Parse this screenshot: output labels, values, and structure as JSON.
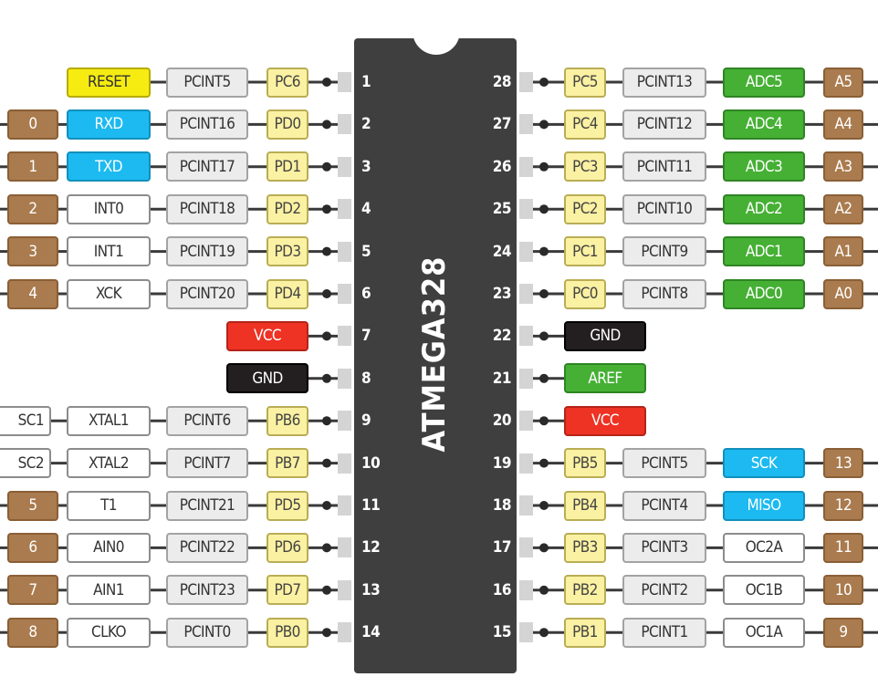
{
  "chip": {
    "name": "ATMEGA328"
  },
  "colors": {
    "arduino": "#a97b4e",
    "port": "#fbf1a2",
    "pcint": "#ececec",
    "alt": "#ffffff",
    "reset": "#f7ec11",
    "serial": "#1cbaf0",
    "analog": "#45b034",
    "power": "#ee3224",
    "ground": "#231f20",
    "body": "#3f3f40"
  },
  "pins": [
    {
      "num": "1",
      "side": "left",
      "labels": [
        {
          "text": "RESET",
          "kind": "yellow"
        },
        {
          "text": "PCINT5",
          "kind": "gray"
        },
        {
          "text": "PC6",
          "kind": "port"
        }
      ]
    },
    {
      "num": "2",
      "side": "left",
      "labels": [
        {
          "text": "0",
          "kind": "brown"
        },
        {
          "text": "RXD",
          "kind": "blue"
        },
        {
          "text": "PCINT16",
          "kind": "gray"
        },
        {
          "text": "PD0",
          "kind": "port"
        }
      ]
    },
    {
      "num": "3",
      "side": "left",
      "labels": [
        {
          "text": "1",
          "kind": "brown"
        },
        {
          "text": "TXD",
          "kind": "blue"
        },
        {
          "text": "PCINT17",
          "kind": "gray"
        },
        {
          "text": "PD1",
          "kind": "port"
        }
      ]
    },
    {
      "num": "4",
      "side": "left",
      "labels": [
        {
          "text": "2",
          "kind": "brown"
        },
        {
          "text": "INT0",
          "kind": "white"
        },
        {
          "text": "PCINT18",
          "kind": "gray"
        },
        {
          "text": "PD2",
          "kind": "port"
        }
      ]
    },
    {
      "num": "5",
      "side": "left",
      "labels": [
        {
          "text": "3",
          "kind": "brown"
        },
        {
          "text": "INT1",
          "kind": "white"
        },
        {
          "text": "PCINT19",
          "kind": "gray"
        },
        {
          "text": "PD3",
          "kind": "port"
        }
      ]
    },
    {
      "num": "6",
      "side": "left",
      "labels": [
        {
          "text": "4",
          "kind": "brown"
        },
        {
          "text": "XCK",
          "kind": "white"
        },
        {
          "text": "PCINT20",
          "kind": "gray"
        },
        {
          "text": "PD4",
          "kind": "port"
        }
      ]
    },
    {
      "num": "7",
      "side": "left",
      "labels": [
        {
          "text": "VCC",
          "kind": "red"
        }
      ]
    },
    {
      "num": "8",
      "side": "left",
      "labels": [
        {
          "text": "GND",
          "kind": "black"
        }
      ]
    },
    {
      "num": "9",
      "side": "left",
      "labels": [
        {
          "text": "SC1",
          "kind": "white"
        },
        {
          "text": "XTAL1",
          "kind": "white"
        },
        {
          "text": "PCINT6",
          "kind": "gray"
        },
        {
          "text": "PB6",
          "kind": "port"
        }
      ]
    },
    {
      "num": "10",
      "side": "left",
      "labels": [
        {
          "text": "SC2",
          "kind": "white"
        },
        {
          "text": "XTAL2",
          "kind": "white"
        },
        {
          "text": "PCINT7",
          "kind": "gray"
        },
        {
          "text": "PB7",
          "kind": "port"
        }
      ]
    },
    {
      "num": "11",
      "side": "left",
      "labels": [
        {
          "text": "5",
          "kind": "brown"
        },
        {
          "text": "T1",
          "kind": "white"
        },
        {
          "text": "PCINT21",
          "kind": "gray"
        },
        {
          "text": "PD5",
          "kind": "port"
        }
      ]
    },
    {
      "num": "12",
      "side": "left",
      "labels": [
        {
          "text": "6",
          "kind": "brown"
        },
        {
          "text": "AIN0",
          "kind": "white"
        },
        {
          "text": "PCINT22",
          "kind": "gray"
        },
        {
          "text": "PD6",
          "kind": "port"
        }
      ]
    },
    {
      "num": "13",
      "side": "left",
      "labels": [
        {
          "text": "7",
          "kind": "brown"
        },
        {
          "text": "AIN1",
          "kind": "white"
        },
        {
          "text": "PCINT23",
          "kind": "gray"
        },
        {
          "text": "PD7",
          "kind": "port"
        }
      ]
    },
    {
      "num": "14",
      "side": "left",
      "labels": [
        {
          "text": "8",
          "kind": "brown"
        },
        {
          "text": "CLKO",
          "kind": "white"
        },
        {
          "text": "PCINT0",
          "kind": "gray"
        },
        {
          "text": "PB0",
          "kind": "port"
        }
      ]
    },
    {
      "num": "28",
      "side": "right",
      "labels": [
        {
          "text": "PC5",
          "kind": "port"
        },
        {
          "text": "PCINT13",
          "kind": "gray"
        },
        {
          "text": "ADC5",
          "kind": "green"
        },
        {
          "text": "A5",
          "kind": "brown"
        }
      ]
    },
    {
      "num": "27",
      "side": "right",
      "labels": [
        {
          "text": "PC4",
          "kind": "port"
        },
        {
          "text": "PCINT12",
          "kind": "gray"
        },
        {
          "text": "ADC4",
          "kind": "green"
        },
        {
          "text": "A4",
          "kind": "brown"
        }
      ]
    },
    {
      "num": "26",
      "side": "right",
      "labels": [
        {
          "text": "PC3",
          "kind": "port"
        },
        {
          "text": "PCINT11",
          "kind": "gray"
        },
        {
          "text": "ADC3",
          "kind": "green"
        },
        {
          "text": "A3",
          "kind": "brown"
        }
      ]
    },
    {
      "num": "25",
      "side": "right",
      "labels": [
        {
          "text": "PC2",
          "kind": "port"
        },
        {
          "text": "PCINT10",
          "kind": "gray"
        },
        {
          "text": "ADC2",
          "kind": "green"
        },
        {
          "text": "A2",
          "kind": "brown"
        }
      ]
    },
    {
      "num": "24",
      "side": "right",
      "labels": [
        {
          "text": "PC1",
          "kind": "port"
        },
        {
          "text": "PCINT9",
          "kind": "gray"
        },
        {
          "text": "ADC1",
          "kind": "green"
        },
        {
          "text": "A1",
          "kind": "brown"
        }
      ]
    },
    {
      "num": "23",
      "side": "right",
      "labels": [
        {
          "text": "PC0",
          "kind": "port"
        },
        {
          "text": "PCINT8",
          "kind": "gray"
        },
        {
          "text": "ADC0",
          "kind": "green"
        },
        {
          "text": "A0",
          "kind": "brown"
        }
      ]
    },
    {
      "num": "22",
      "side": "right",
      "labels": [
        {
          "text": "GND",
          "kind": "black"
        }
      ]
    },
    {
      "num": "21",
      "side": "right",
      "labels": [
        {
          "text": "AREF",
          "kind": "green"
        }
      ]
    },
    {
      "num": "20",
      "side": "right",
      "labels": [
        {
          "text": "VCC",
          "kind": "red"
        }
      ]
    },
    {
      "num": "19",
      "side": "right",
      "labels": [
        {
          "text": "PB5",
          "kind": "port"
        },
        {
          "text": "PCINT5",
          "kind": "gray"
        },
        {
          "text": "SCK",
          "kind": "blue"
        },
        {
          "text": "13",
          "kind": "brown"
        }
      ]
    },
    {
      "num": "18",
      "side": "right",
      "labels": [
        {
          "text": "PB4",
          "kind": "port"
        },
        {
          "text": "PCINT4",
          "kind": "gray"
        },
        {
          "text": "MISO",
          "kind": "blue"
        },
        {
          "text": "12",
          "kind": "brown"
        }
      ]
    },
    {
      "num": "17",
      "side": "right",
      "labels": [
        {
          "text": "PB3",
          "kind": "port"
        },
        {
          "text": "PCINT3",
          "kind": "gray"
        },
        {
          "text": "OC2A",
          "kind": "white"
        },
        {
          "text": "11",
          "kind": "brown"
        }
      ]
    },
    {
      "num": "16",
      "side": "right",
      "labels": [
        {
          "text": "PB2",
          "kind": "port"
        },
        {
          "text": "PCINT2",
          "kind": "gray"
        },
        {
          "text": "OC1B",
          "kind": "white"
        },
        {
          "text": "10",
          "kind": "brown"
        }
      ]
    },
    {
      "num": "15",
      "side": "right",
      "labels": [
        {
          "text": "PB1",
          "kind": "port"
        },
        {
          "text": "PCINT1",
          "kind": "gray"
        },
        {
          "text": "OC1A",
          "kind": "white"
        },
        {
          "text": "9",
          "kind": "brown"
        }
      ]
    }
  ]
}
